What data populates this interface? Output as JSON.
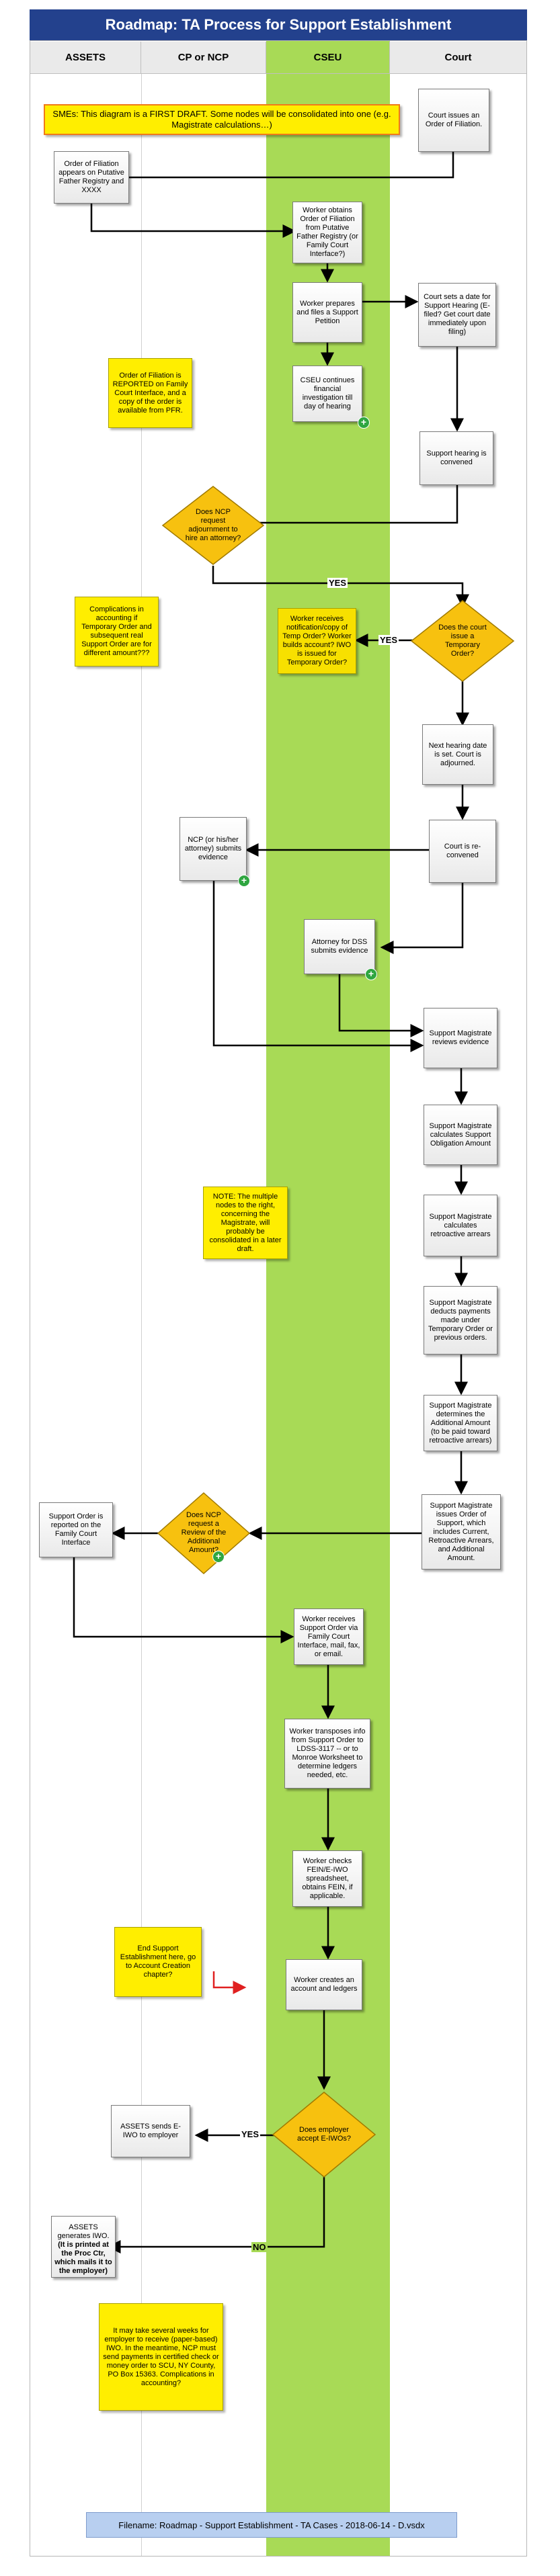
{
  "title": "Roadmap:  TA Process for Support Establishment",
  "lanes": [
    "ASSETS",
    "CP or NCP",
    "CSEU",
    "Court"
  ],
  "notes": {
    "smes": "SMEs: This diagram is a FIRST DRAFT.  Some nodes will be consolidated into one (e.g. Magistrate calculations…)",
    "filiation_reported": "Order of Filiation is REPORTED on Family Court Interface, and a copy of the order is available from PFR.",
    "complications": "Complications in accounting if Temporary Order and subsequent real Support Order are for different amount???",
    "multiple_nodes": "NOTE: The multiple nodes to the right, concerning the Magistrate, will probably be consolidated in a later draft.",
    "end_support": "End Support Establishment here, go to Account Creation chapter?",
    "weeks": "It may take several weeks for employer to receive (paper-based) IWO. In the meantime, NCP must send payments in certified check or money order to SCU, NY County, PO Box 15363. Complications in accounting?"
  },
  "nodes": {
    "court_issues": "Court issues an Order of Filiation.",
    "pfr": "Order of Filiation appears on Putative Father Registry and XXXX",
    "worker_obtains": "Worker obtains Order of Filiation from Putative Father Registry (or Family Court Interface?)",
    "worker_prepares": "Worker prepares and files a Support Petition",
    "court_sets_date": "Court sets a date for Support Hearing (E-filed? Get court date immediately upon filing)",
    "cseu_continues": "CSEU continues financial investigation till day of hearing",
    "hearing_convened": "Support hearing is convened",
    "ncp_adjourn": "Does NCP request adjournment to hire an attorney?",
    "worker_receives_temp": "Worker receives notification/copy of Temp Order? Worker builds account? IWO is issued for Temporary Order?",
    "court_temp_order": "Does the court issue a Temporary Order?",
    "next_hearing": "Next hearing date is set. Court is adjourned.",
    "court_reconvened": "Court is re-convened",
    "ncp_evidence": "NCP (or his/her attorney) submits evidence",
    "dss_attorney": "Attorney for DSS submits evidence",
    "magistrate_reviews": "Support Magistrate reviews evidence",
    "calc_obligation": "Support Magistrate calculates Support Obligation Amount",
    "calc_retro": "Support Magistrate calculates retroactive arrears",
    "deducts_payments": "Support Magistrate deducts payments made under Temporary Order or previous orders.",
    "additional_amount": "Support Magistrate determines the Additional Amount (to be paid toward retroactive arrears)",
    "issues_order": "Support Magistrate issues Order of Support, which includes Current, Retroactive  Arrears, and Additional Amount.",
    "ncp_review": "Does NCP request a Review of the Additional Amount?",
    "fci_reported": "Support Order is reported on the Family Court Interface",
    "worker_receives_order": "Worker receives Support Order via Family Court Interface, mail, fax, or email.",
    "worker_transposes": "Worker transposes info from Support Order to LDSS-3117 -- or to Monroe Worksheet to determine ledgers needed, etc.",
    "worker_checks": "Worker checks FEIN/E-IWO spreadsheet, obtains FEIN, if applicable.",
    "worker_creates": "Worker creates an account and ledgers",
    "employer_accept": "Does employer accept E-IWOs?",
    "assets_sends": "ASSETS sends E-IWO to employer",
    "assets_generates_1": "ASSETS generates IWO. ",
    "assets_generates_2": "(It is printed at the Proc Ctr, which mails it to the employer)"
  },
  "labels": {
    "yes1": "YES",
    "yes2": "YES",
    "yes3": "YES",
    "no": "NO"
  },
  "icons": [
    "plus-icon"
  ],
  "footer": "Filename:  Roadmap - Support Establishment - TA Cases - 2018-06-14 - D.vsdx",
  "colors": {
    "title": "#23418d",
    "cseu_lane": "#a8da56",
    "note": "#ffee00",
    "decision": "#f7c10f",
    "red_arrow": "#e02020"
  }
}
